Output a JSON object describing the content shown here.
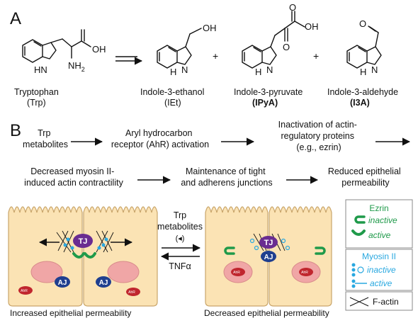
{
  "panel_a": {
    "label": "A",
    "atoms": {
      "oh": "OH",
      "hn": "HN",
      "nh2": "NH",
      "nh2_sub": "2",
      "h": "H",
      "n": "N",
      "o": "O",
      "plus": "+"
    },
    "molecules": [
      {
        "name": "Tryptophan",
        "abbr": "(Trp)",
        "bold": false
      },
      {
        "name": "Indole-3-ethanol",
        "abbr": "(IEt)",
        "bold": false
      },
      {
        "name": "Indole-3-pyruvate",
        "abbr": "(IPyA)",
        "bold": true
      },
      {
        "name": "Indole-3-aldehyde",
        "abbr": "(I3A)",
        "bold": true
      }
    ]
  },
  "panel_b": {
    "label": "B",
    "flow_row1": [
      "Trp\nmetabolites",
      "Aryl hydrocarbon\nreceptor (AhR) activation",
      "Inactivation of actin-\nregulatory proteins\n(e.g., ezrin)"
    ],
    "flow_row2": [
      "Decreased myosin II-\ninduced actin contractility",
      "Maintenance of tight\nand adherens junctions",
      "Reduced epithelial\npermeability"
    ],
    "labels": {
      "tj": "TJ",
      "aj": "AJ",
      "ahr": "AhR",
      "treatment_line1": "Trp",
      "treatment_line2": "metabolites",
      "treatment_sym": "(◂)",
      "tnf": "TNFα",
      "left_caption": "Increased epithelial permeability",
      "right_caption": "Decreased epithelial permeability"
    },
    "legend": {
      "ezrin_title": "Ezrin",
      "ezrin_inactive": "inactive",
      "ezrin_active": "active",
      "myosin_title": "Myosin II",
      "myosin_inactive": "inactive",
      "myosin_active": "active",
      "factin": "F-actin"
    },
    "colors": {
      "cell_fill": "#fbe3b4",
      "cell_stroke": "#c9a56a",
      "nucleus": "#f0a6a6",
      "ezrin": "#1f9a4a",
      "myosin": "#29a8e0",
      "tj": "#6a2c91",
      "aj": "#1f3f8f",
      "ahr": "#c0262e"
    }
  }
}
